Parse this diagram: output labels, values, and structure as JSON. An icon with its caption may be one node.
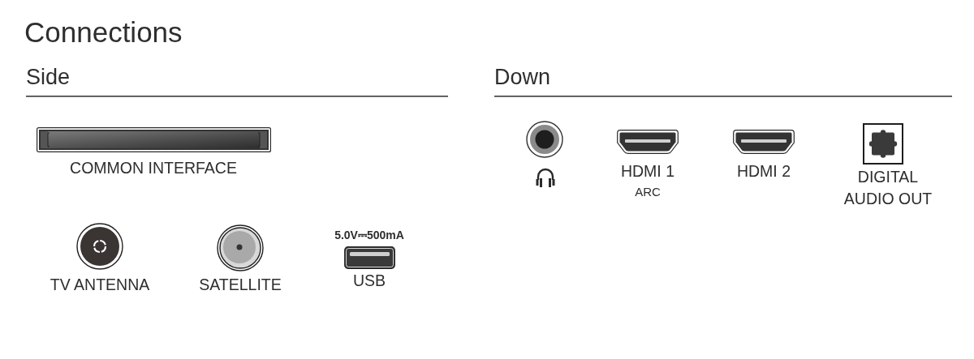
{
  "diagram": {
    "title": "Connections",
    "labels": [
      "Side",
      "COMMON INTERFACE",
      "TV ANTENNA",
      "SATELLITE",
      "5.0V⎓500mA",
      "USB",
      "Down",
      "HDMI 1",
      "ARC",
      "HDMI 2",
      "DIGITAL AUDIO OUT"
    ]
  }
}
